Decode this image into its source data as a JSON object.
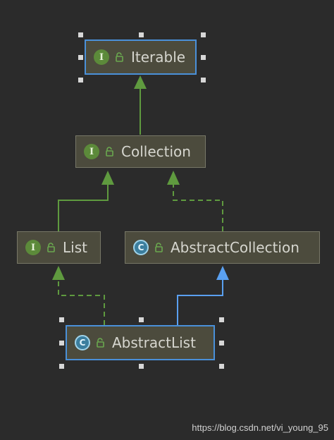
{
  "nodes": {
    "iterable": {
      "name": "Iterable",
      "kind": "interface",
      "badge": "I"
    },
    "collection": {
      "name": "Collection",
      "kind": "interface",
      "badge": "I"
    },
    "list": {
      "name": "List",
      "kind": "interface",
      "badge": "I"
    },
    "abstract_collection": {
      "name": "AbstractCollection",
      "kind": "class",
      "badge": "C"
    },
    "abstract_list": {
      "name": "AbstractList",
      "kind": "class",
      "badge": "C"
    }
  },
  "relations": [
    {
      "from": "Collection",
      "to": "Iterable",
      "type": "extends",
      "style": "solid",
      "color": "#5f9a3f"
    },
    {
      "from": "List",
      "to": "Collection",
      "type": "extends",
      "style": "solid",
      "color": "#5f9a3f"
    },
    {
      "from": "AbstractCollection",
      "to": "Collection",
      "type": "implements",
      "style": "dashed",
      "color": "#5f9a3f"
    },
    {
      "from": "AbstractList",
      "to": "List",
      "type": "implements",
      "style": "dashed",
      "color": "#5f9a3f"
    },
    {
      "from": "AbstractList",
      "to": "AbstractCollection",
      "type": "extends",
      "style": "solid",
      "color": "#5aa0f0"
    }
  ],
  "selected": [
    "Iterable",
    "AbstractList"
  ],
  "colors": {
    "background": "#2b2b2b",
    "node_fill": "#4c4b3d",
    "node_border": "#777767",
    "selection_border": "#4a90d9",
    "interface_badge": "#5c8a3a",
    "class_badge": "#3b7e9e",
    "lock_icon": "#6aa84f"
  },
  "watermark": "https://blog.csdn.net/vi_young_95"
}
